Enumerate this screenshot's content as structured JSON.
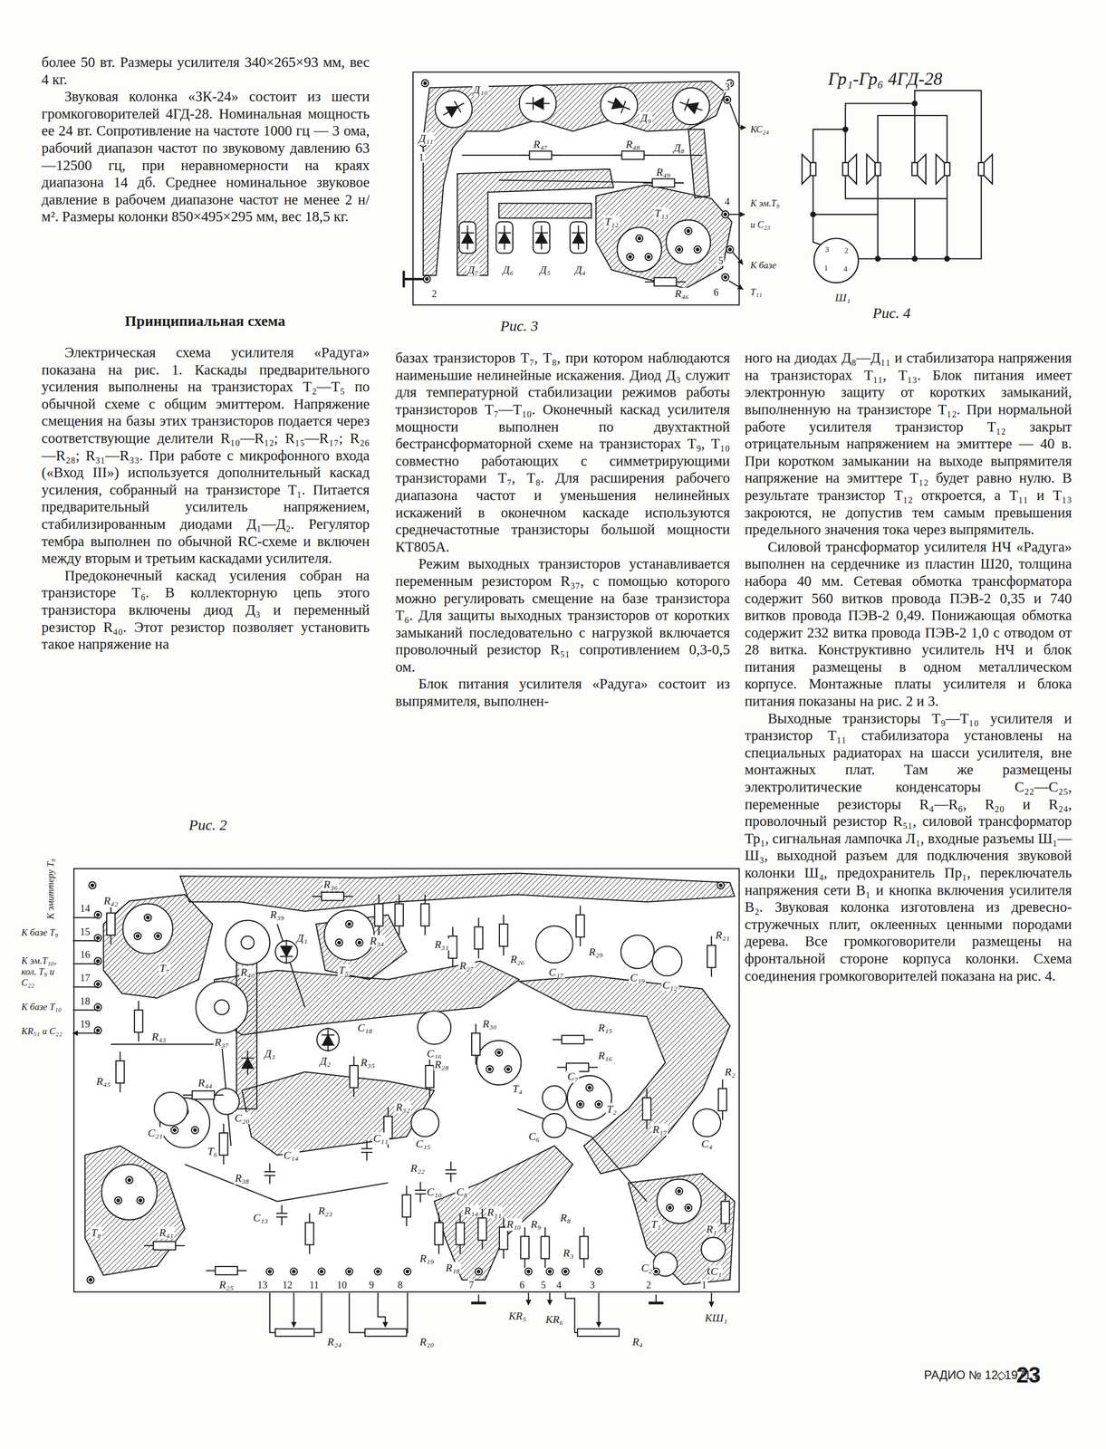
{
  "diagram": {
    "labels": [
      "более 50 вт. Размеры усилителя 340×265×93 мм, вес 4 кг.",
      "Звуковая колонка «ЗК-24» состоит из шести громкоговорителей 4ГД-28. Номинальная мощность ее 24 вт. Сопротивление на частоте 1000 гц — 3 ома, рабочий диапазон частот по звуковому давлению 63—12500 гц, при неравномерности на краях диапазона 14 дб. Среднее номинальное звуковое давление в рабочем диапазоне частот не менее 2 н/м². Размеры колонки 850×495×295 мм, вес 18,5 кг.",
      "Принципиальная схема",
      "Электрическая схема усилителя «Радуга» показана на рис. 1. Каскады предварительного усиления выполнены на транзисторах Т₂—Т₅ по обычной схеме с общим эмиттером. Напряжение смещения на базы этих транзисторов подается через соответствующие делители R₁₀—R₁₂; R₁₅—R₁₇; R₂₆—R₂₈; R₃₁—R₃₃. При работе с микрофонного входа («Вход III») используется дополнительный каскад усиления, собранный на транзисторе Т₁. Питается предварительный усилитель напряжением, стабилизированным диодами Д₁—Д₂. Регулятор тембра выполнен по обычной RC-схеме и включен между вторым и третьим каскадами усилителя.",
      "Предоконечный каскад усиления собран на транзисторе Т₆. В коллекторную цепь этого транзистора включены диод Д₃ и переменный резистор R₄₀. Этот резистор позволяет установить такое напряжение на",
      "базах транзисторов Т₇, Т₈, при котором наблюдаются наименьшие нелинейные искажения. Диод Д₃ служит для температурной стабилизации режимов работы транзисторов Т₇—Т₁₀. Оконечный каскад усилителя мощности выполнен по двухтактной бестрансформаторной схеме на транзисторах Т₉, Т₁₀ совместно работающих с симметрирующими транзисторами Т₇, Т₈. Для расширения рабочего диапазона частот и уменьшения нелинейных искажений в оконечном каскаде используются среднечастотные транзисторы большой мощности КТ805А.",
      "Режим выходных транзисторов устанавливается переменным резистором R₃₇, с помощью которого можно регулировать смещение на базе транзистора Т₆. Для защиты выходных транзисторов от коротких замыканий последовательно с нагрузкой включается проволочный резистор R₅₁ сопротивлением 0,3-0,5 ом.",
      "Блок питания усилителя «Радуга» состоит из выпрямителя, выполнен-",
      "ного на диодах Д₈—Д₁₁ и стабилизатора напряжения на транзисторах Т₁₁, Т₁₃. Блок питания имеет электронную защиту от коротких замыканий, выполненную на транзисторе Т₁₂. При нормальной работе усилителя транзистор Т₁₂ закрыт отрицательным напряжением на эмиттере — 40 в. При коротком замыкании на выходе выпрямителя напряжение на эмиттере Т₁₂ будет равно нулю. В результате транзистор Т₁₂ откроется, а Т₁₁ и Т₁₃ закроются, не допустив тем самым превышения предельного значения тока через выпрямитель.",
      "Силовой трансформатор усилителя НЧ «Радуга» выполнен на сердечнике из пластин Ш20, толщина набора 40 мм. Сетевая обмотка трансформатора содержит 560 витков провода ПЭВ-2 0,35 и 740 витков провода ПЭВ-2 0,49. Понижающая обмотка содержит 232 витка провода ПЭВ-2 1,0 с отводом от 28 витка. Конструктивно усилитель НЧ и блок питания размещены в одном металлическом корпусе. Монтажные платы усилителя и блока питания показаны на рис. 2 и 3.",
      "Выходные транзисторы Т₉—Т₁₀ усилителя и транзистор Т₁₁ стабилизатора установлены на специальных радиаторах на шасси усилителя, вне монтажных плат. Там же размещены электролитические конденсаторы С₂₂—С₂₅, переменные резисторы R₄—R₆, R₂₀ и R₂₄, проволочный резистор R₅₁, силовой трансформатор Тр₁, сигнальная лампочка Л₁, входные разъемы Ш₁—Ш₃, выходной разъем для подключения звуковой колонки Ш₄, предохранитель Пр₁, переключатель напряжения сети В₁ и кнопка включения усилителя В₂. Звуковая колонка изготовлена из древесно-стружечных плит, оклеенных ценными породами дерева. Все громкоговорители размещены на фронтальной стороне корпуса колонки. Схема соединения громкоговорителей показана на рис. 4.",
      "Рис. 3",
      "Рис. 4",
      "Рис. 2",
      "Гр₁-Гр₆ 4ГД-28",
      "Ш₁",
      "3",
      "2",
      "1",
      "4",
      "Д₁₀",
      "Д₁₁",
      "Д₉",
      "Д₈",
      "R₄₇",
      "R₄₈",
      "R₄₉",
      "Д₇",
      "Д₆",
      "Д₅",
      "Д₄",
      "Т₁₂",
      "Т₁₃",
      "R₄₆",
      "1",
      "2",
      "3",
      "4",
      "5",
      "6",
      "КС₂₄",
      "К эм.Т₉",
      "и С₂₃",
      "К базе",
      "Т₁₁",
      "К эмиттеру Т₉",
      "К базе Т₉",
      "К эм.Т₁₀, кол. Т₉ и С₂₂",
      "К базе Т₁₀",
      "КR₅₁ и С₂₂",
      "R₄₂",
      "Т₇",
      "R₃₉",
      "R₄₀",
      "Д₁",
      "R₃₆",
      "R₃₄",
      "Т₅",
      "R₃₁",
      "R₂₇",
      "R₂₆",
      "С₁₇",
      "R₂₉",
      "С₁₉",
      "С₁₂",
      "R₂₁",
      "R₃₇",
      "Д₃",
      "Д₂",
      "С₁₈",
      "R₃₅",
      "С₁₆",
      "R₃₀",
      "R₂₈",
      "Т₄",
      "R₁₅",
      "R₁₆",
      "R₄₃",
      "R₄₄",
      "R₄₅",
      "С₂₁",
      "С₂₀",
      "Т₆",
      "R₃₂",
      "С₁₅",
      "С₇",
      "С₆",
      "Т₂",
      "R₁₇",
      "R₂",
      "С₄",
      "R₃₈",
      "С₁₄",
      "С₁₃",
      "R₂₃",
      "С₁₁",
      "R₂₂",
      "С₁₀",
      "R₁₉",
      "С₈",
      "R₁₄",
      "R₁₁",
      "R₁₀",
      "R₉",
      "R₈",
      "R₃",
      "Т₁",
      "R₁",
      "С₂",
      "С₁",
      "Т₈",
      "R₄₁",
      "R₂₅",
      "R₁₈",
      "13",
      "12",
      "11",
      "10",
      "9",
      "8",
      "7",
      "6",
      "5",
      "4",
      "3",
      "2",
      "1",
      "14",
      "15",
      "16",
      "17",
      "18",
      "19",
      "R₂₄",
      "R₂₀",
      "КR₅",
      "КR₆",
      "R₄",
      "КШ₁",
      "РАДИО № 12, 1971 г.",
      "◇",
      "23"
    ]
  }
}
